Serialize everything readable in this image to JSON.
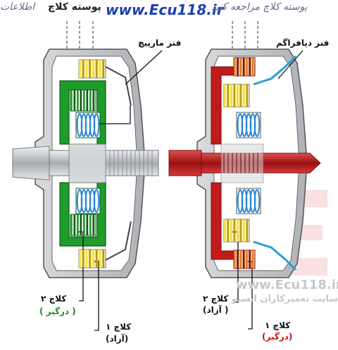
{
  "banner": {
    "url": "www.Ecu118.ir",
    "text_left": "پوسته کلاچ",
    "text_right": "پوسته کلاچ مراجعه کنید",
    "text_far_left": "اطلاعات"
  },
  "labels": {
    "left_spring": "فنر مارپیچ",
    "right_spring": "فنر دیافراگم",
    "left_clutch2_name": "کلاچ ۲",
    "left_clutch2_state": "( درگیر )",
    "left_clutch1_name": "کلاچ ۱",
    "left_clutch1_state": "(آزاد)",
    "right_clutch2_name": "کلاچ ۲",
    "right_clutch2_state": "( آزاد)",
    "right_clutch1_name": "کلاچ ۱",
    "right_clutch1_state": "(درگیر)"
  },
  "watermark": {
    "url": "www.Ecu118.ir",
    "text": "سایت تعمیرکاران ایسیو"
  },
  "colors": {
    "green": "#1e9c2c",
    "dark_green": "#0e5a14",
    "red": "#c01a1a",
    "dark_red": "#7a0e0e",
    "yellow": "#f2e23a",
    "orange": "#e87820",
    "blue_spring": "#2a86d6",
    "housing": "#bfc3c7",
    "shaft": "#c9ccd0"
  }
}
